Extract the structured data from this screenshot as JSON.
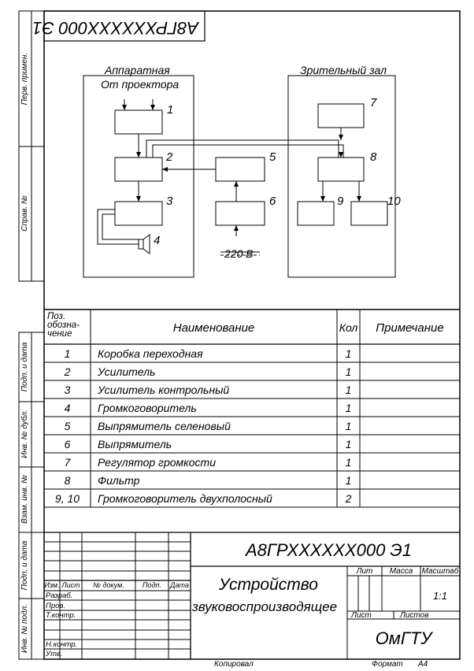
{
  "top_code": "А8ГРХХХХХХ000 Э1",
  "side_labels": {
    "perv_primen": "Перв. примен.",
    "sprav_no": "Справ. №",
    "podp_data_1": "Подп. и дата",
    "inv_dubl": "Инв. № дубл.",
    "vzam_inv": "Взам. инв. №",
    "podp_data_2": "Подп. и дата",
    "inv_podl": "Инв. № подл."
  },
  "diagram": {
    "zone_left_title": "Аппаратная",
    "zone_left_subtitle": "От проектора",
    "zone_right_title": "Зрительный зал",
    "block_numbers": [
      "1",
      "2",
      "3",
      "4",
      "5",
      "6",
      "7",
      "8",
      "9",
      "10"
    ],
    "supply_label": "220 В"
  },
  "spec_table": {
    "headers": {
      "pos": "Поз. обозна- чение",
      "pos_lines": [
        "Поз.",
        "обозна-",
        "чение"
      ],
      "name": "Наименование",
      "qty": "Кол",
      "note": "Примечание"
    },
    "rows": [
      {
        "pos": "1",
        "name": "Коробка переходная",
        "qty": "1",
        "note": ""
      },
      {
        "pos": "2",
        "name": "Усилитель",
        "qty": "1",
        "note": ""
      },
      {
        "pos": "3",
        "name": "Усилитель контрольный",
        "qty": "1",
        "note": ""
      },
      {
        "pos": "4",
        "name": "Громкоговоритель",
        "qty": "1",
        "note": ""
      },
      {
        "pos": "5",
        "name": "Выпрямитель селеновый",
        "qty": "1",
        "note": ""
      },
      {
        "pos": "6",
        "name": "Выпрямитель",
        "qty": "1",
        "note": ""
      },
      {
        "pos": "7",
        "name": "Регулятор громкости",
        "qty": "1",
        "note": ""
      },
      {
        "pos": "8",
        "name": "Фильтр",
        "qty": "1",
        "note": ""
      },
      {
        "pos": "9, 10",
        "name": "Громкоговоритель двухполосный",
        "qty": "2",
        "note": ""
      }
    ]
  },
  "title_block": {
    "doc_code": "А8ГРХХХХХХ000 Э1",
    "title_line1": "Устройство",
    "title_line2": "звуковоспроизводящее",
    "col_headers": {
      "izm": "Изм.",
      "list": "Лист",
      "doc_no": "№ докум.",
      "podp": "Подп.",
      "data": "Дата"
    },
    "roles": [
      "Разраб.",
      "Пров.",
      "Т.контр.",
      "",
      "Н.контр.",
      "Утв."
    ],
    "lit": "Лит",
    "massa": "Масса",
    "masshtab": "Масштаб",
    "scale": "1:1",
    "list": "Лист",
    "listov": "Листов",
    "org": "ОмГТУ"
  },
  "footer": {
    "kopiroval": "Копировал",
    "format_label": "Формат",
    "format_value": "А4"
  }
}
